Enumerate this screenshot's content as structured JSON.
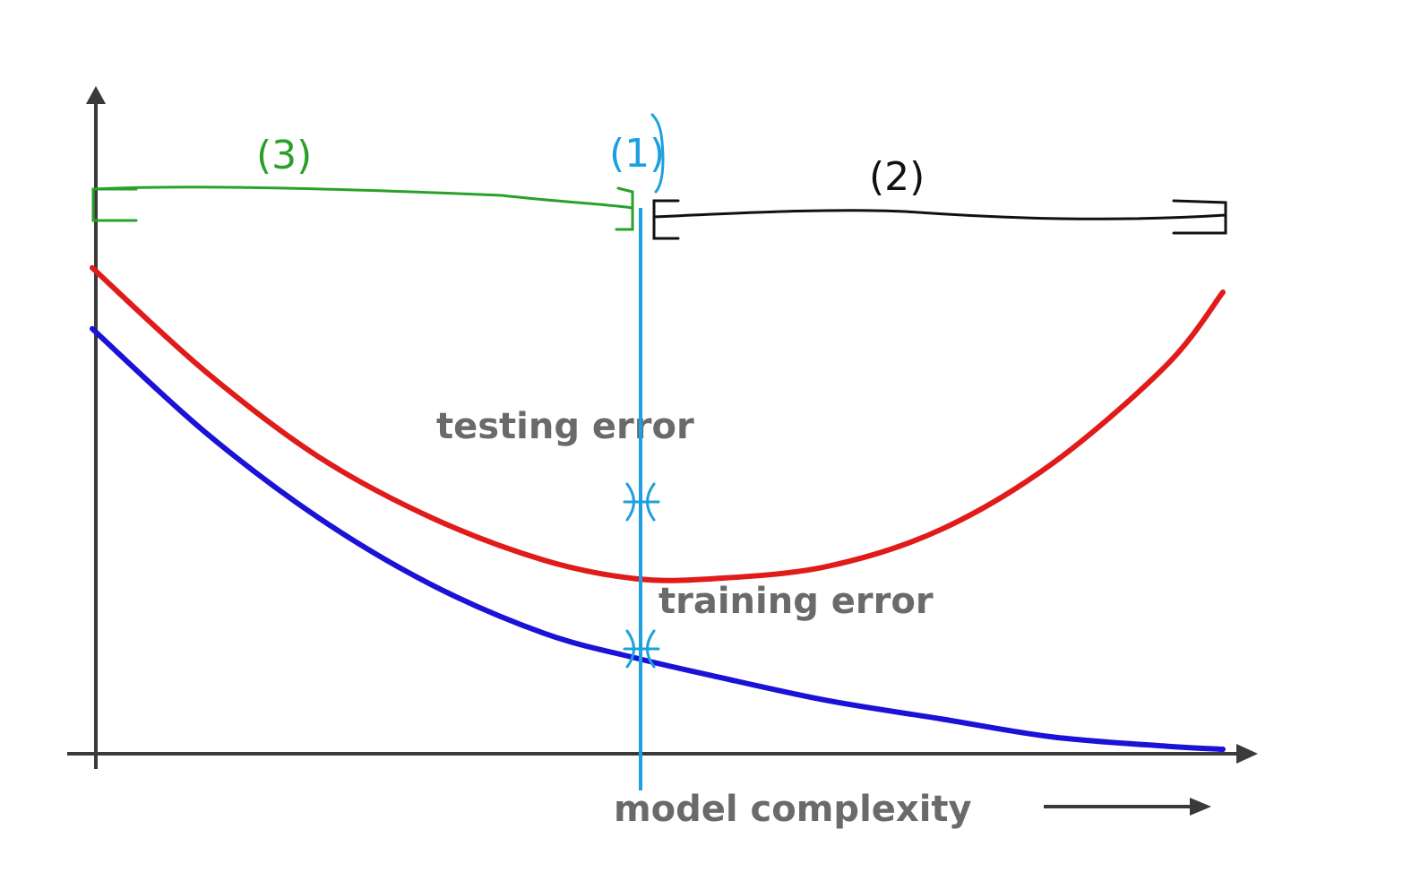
{
  "chart_data": {
    "type": "line",
    "xlabel": "model complexity",
    "ylabel": "",
    "x_domain": [
      0,
      1
    ],
    "y_domain": [
      0,
      1
    ],
    "grid": false,
    "series": [
      {
        "name": "testing error",
        "color": "#e11a1a",
        "x": [
          0.0,
          0.1,
          0.2,
          0.3,
          0.4,
          0.48,
          0.55,
          0.65,
          0.75,
          0.85,
          0.95,
          1.0
        ],
        "y": [
          0.79,
          0.62,
          0.48,
          0.38,
          0.31,
          0.28,
          0.28,
          0.3,
          0.36,
          0.47,
          0.63,
          0.75
        ]
      },
      {
        "name": "training error",
        "color": "#1a12d6",
        "x": [
          0.0,
          0.1,
          0.2,
          0.3,
          0.4,
          0.48,
          0.55,
          0.65,
          0.75,
          0.85,
          0.95,
          1.0
        ],
        "y": [
          0.69,
          0.52,
          0.38,
          0.27,
          0.19,
          0.15,
          0.12,
          0.08,
          0.05,
          0.02,
          0.005,
          0.0
        ]
      }
    ],
    "annotations": [
      {
        "label": "(1)",
        "x": 0.48,
        "color": "#1ca0e0"
      },
      {
        "label": "(2)",
        "x_range": [
          0.49,
          1.0
        ],
        "color": "#111111"
      },
      {
        "label": "(3)",
        "x_range": [
          0.0,
          0.47
        ],
        "color": "#2aa02a"
      }
    ]
  },
  "colors": {
    "axis": "#3a3a3a",
    "axis_text": "#6a6a6a"
  }
}
